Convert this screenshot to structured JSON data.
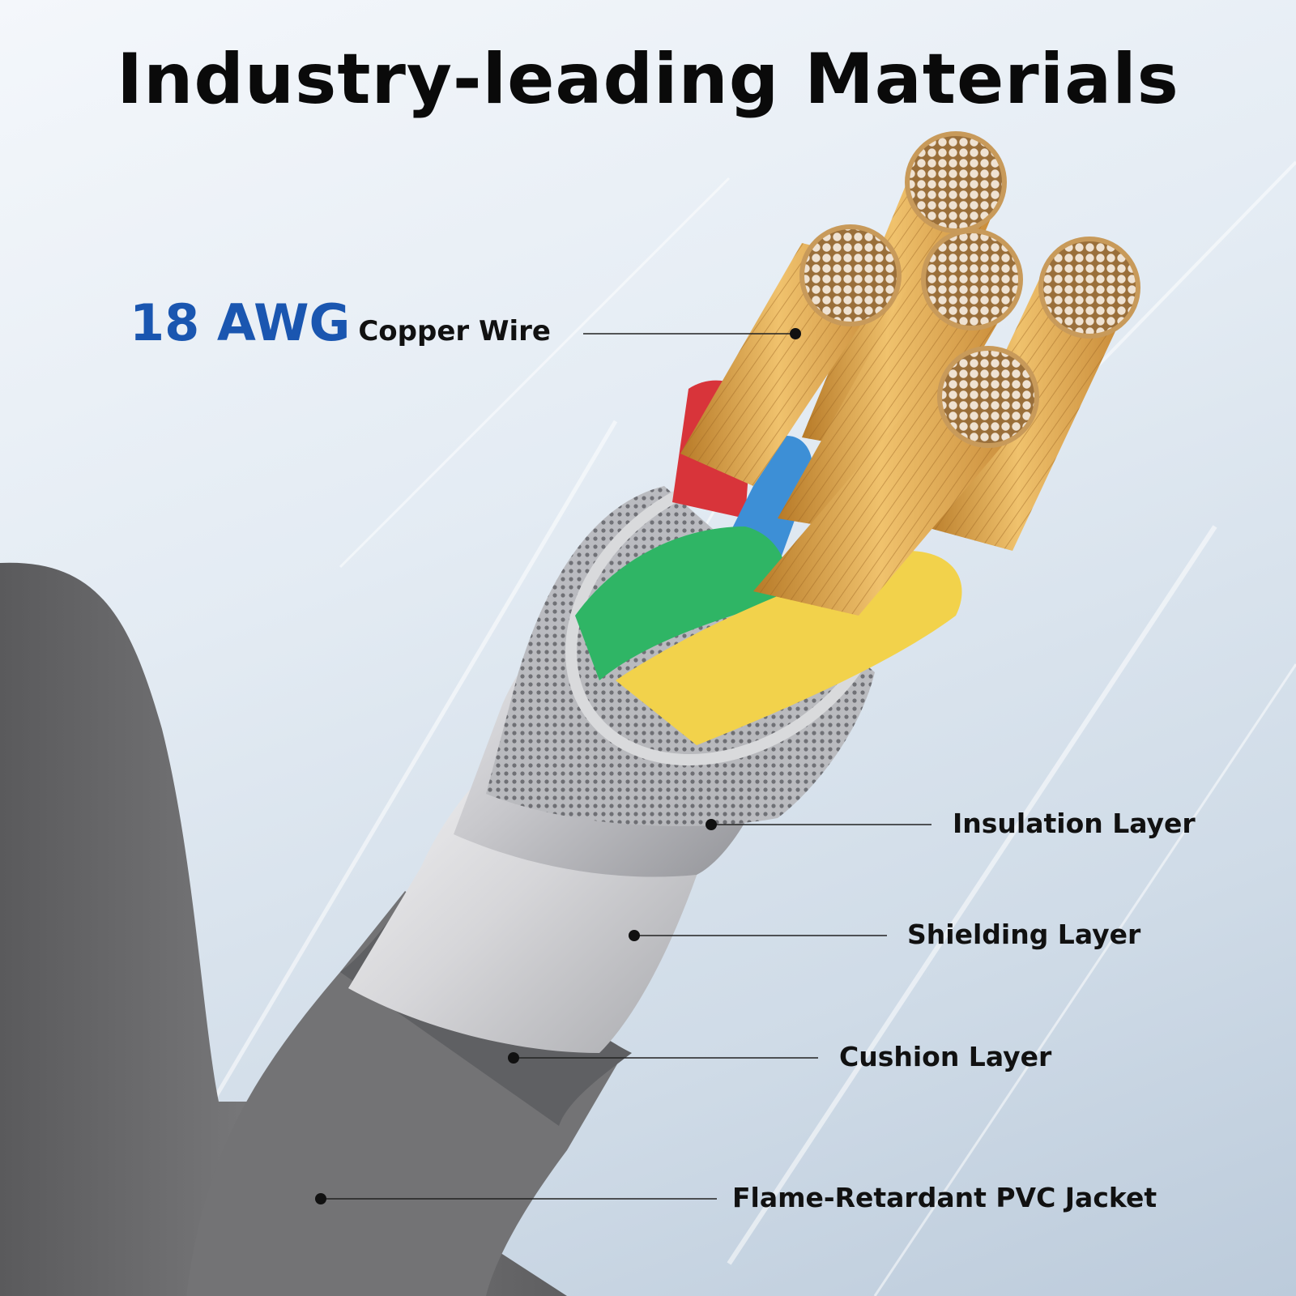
{
  "title": "Industry-leading Materials",
  "copper": {
    "highlight": "18 AWG",
    "text": "Copper Wire"
  },
  "callouts": {
    "insulation": "Insulation Layer",
    "shielding": "Shielding Layer",
    "cushion": "Cushion Layer",
    "jacket": "Flame-Retardant PVC Jacket"
  },
  "colors": {
    "accent_blue": "#1a56b0",
    "jacket_gray": "#6f6f71",
    "copper": "#d9a24a",
    "wire_red": "#d8343a",
    "wire_blue": "#3d8fd6",
    "wire_green": "#2fb565",
    "wire_yellow": "#f2d24b",
    "shield_silver": "#c8c8ca"
  }
}
